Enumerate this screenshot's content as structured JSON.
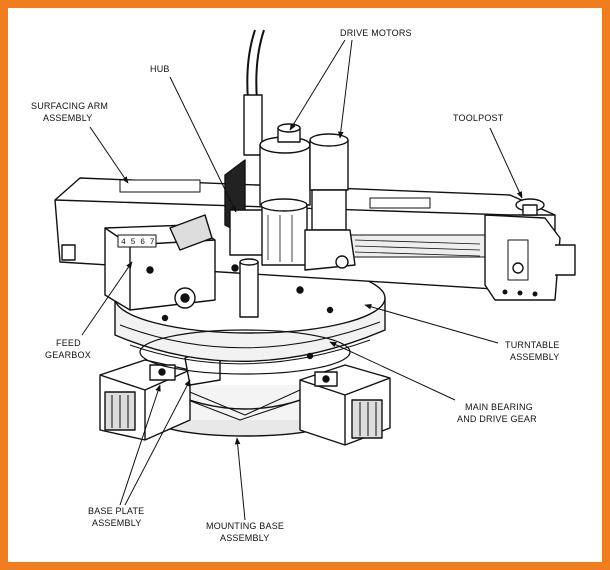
{
  "colors": {
    "frame": "#f07d1e",
    "ink": "#111111",
    "background": "#ffffff"
  },
  "labels": {
    "drive_motors": "DRIVE MOTORS",
    "hub": "HUB",
    "surfacing_arm_1": "SURFACING ARM",
    "surfacing_arm_2": "ASSEMBLY",
    "toolpost": "TOOLPOST",
    "feed_gearbox_1": "FEED",
    "feed_gearbox_2": "GEARBOX",
    "turntable_1": "TURNTABLE",
    "turntable_2": "ASSEMBLY",
    "main_bearing_1": "MAIN BEARING",
    "main_bearing_2": "AND DRIVE GEAR",
    "base_plate_1": "BASE PLATE",
    "base_plate_2": "ASSEMBLY",
    "mounting_base_1": "MOUNTING BASE",
    "mounting_base_2": "ASSEMBLY"
  }
}
